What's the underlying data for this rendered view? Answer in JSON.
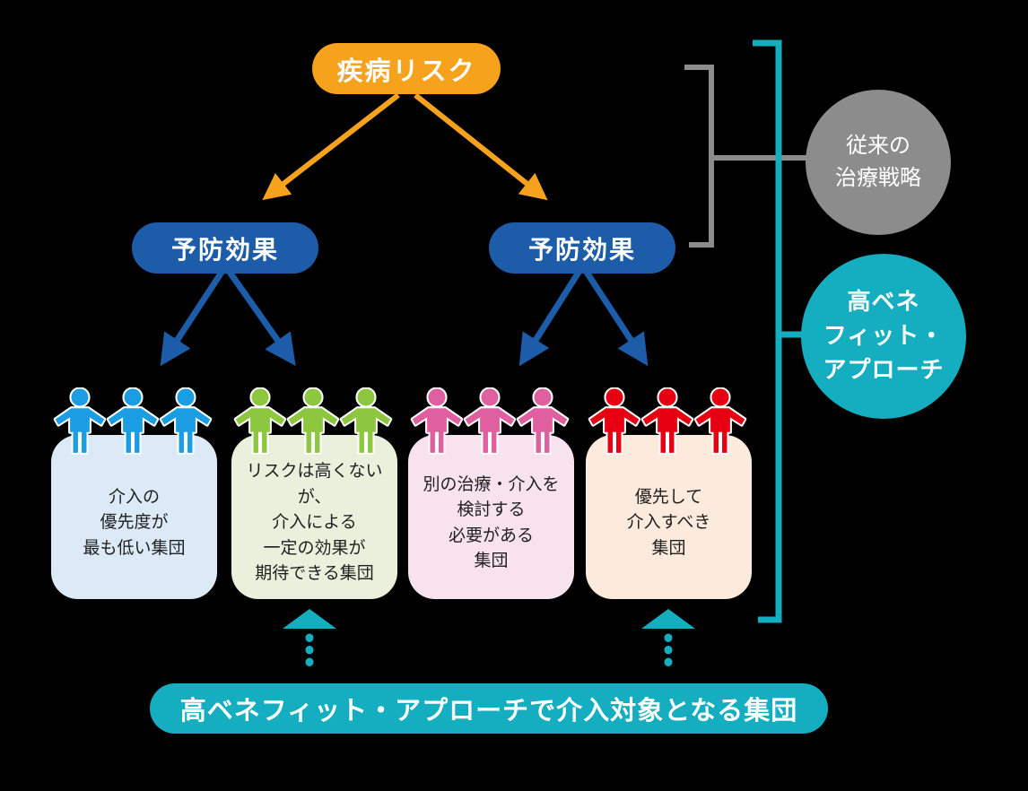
{
  "title_pill": "疾病リスク",
  "branch_left": "予防効果",
  "branch_right": "予防効果",
  "groups": [
    {
      "label": "介入の\n優先度が\n最も低い集団",
      "people_color": "#1B9DE3",
      "box_color": "#DCEAF7"
    },
    {
      "label": "リスクは高くないが、\n介入による\n一定の効果が\n期待できる集団",
      "people_color": "#8DC63F",
      "box_color": "#E9F0DB"
    },
    {
      "label": "別の治療・介入を\n検討する\n必要がある\n集団",
      "people_color": "#E0609F",
      "box_color": "#F8E2EE"
    },
    {
      "label": "優先して\n介入すべき\n集団",
      "people_color": "#E60012",
      "box_color": "#FCEADC"
    }
  ],
  "legend": {
    "conventional": {
      "label": "従来の\n治療戦略",
      "color": "#8C8C8C"
    },
    "high_benefit": {
      "label": "高ベネ\nフィット・\nアプローチ",
      "color": "#14AEC0"
    }
  },
  "banner": {
    "label": "高ベネフィット・アプローチで介入対象となる集団",
    "color": "#14AEC0"
  },
  "colors": {
    "root_pill": "#F6A21D",
    "branch_pill": "#1D5CA8",
    "orange_arrow": "#F6A21D",
    "blue_arrow": "#1D5CA8",
    "teal": "#14AEC0",
    "gray_bracket": "#8C8C8C",
    "box_text": "#1F1F1F",
    "background": "#000000"
  },
  "icons": {
    "people": "people-icon",
    "down_arrow_orange": "arrow-down-icon",
    "down_arrow_blue": "arrow-down-icon",
    "up_dotted_arrow": "dotted-up-arrow-icon"
  }
}
